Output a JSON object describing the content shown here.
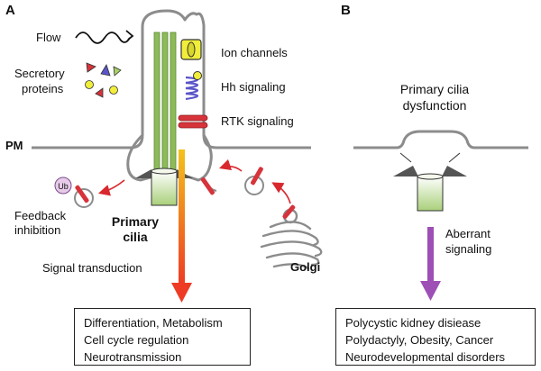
{
  "panels": {
    "a": "A",
    "b": "B"
  },
  "panel_a": {
    "flow": "Flow",
    "secretory": [
      "Secretory",
      "proteins"
    ],
    "ion_channels": "Ion channels",
    "hh_signaling": "Hh signaling",
    "rtk_signaling": "RTK signaling",
    "pm": "PM",
    "ub": "Ub",
    "feedback": [
      "Feedback",
      "inhibition"
    ],
    "primary_cilia": [
      "Primary",
      "cilia"
    ],
    "golgi": "Golgi",
    "signal_transduction": "Signal transduction",
    "outcomes": [
      "Differentiation, Metabolism",
      "Cell cycle regulation",
      "Neurotransmission"
    ]
  },
  "panel_b": {
    "dysfunction": [
      "Primary cilia",
      "dysfunction"
    ],
    "aberrant": [
      "Aberrant",
      "signaling"
    ],
    "outcomes": [
      "Polycystic kidney disiease",
      "Polydactyly, Obesity, Cancer",
      "Neurodevelopmental disorders"
    ]
  },
  "colors": {
    "membrane": "#8c8c8c",
    "axoneme": "#8dbb5a",
    "ion_channel": "#f0ee3a",
    "hh_receptor": "#5b55c9",
    "rtk": "#d6333a",
    "primary_cilia_text": "#1f7a35",
    "dysfunction_text": "#e0262b",
    "aberrant_arrow": "#9e4fb5",
    "signal_arrow_top": "#f3c21b",
    "signal_arrow_bottom": "#ee3b24"
  }
}
